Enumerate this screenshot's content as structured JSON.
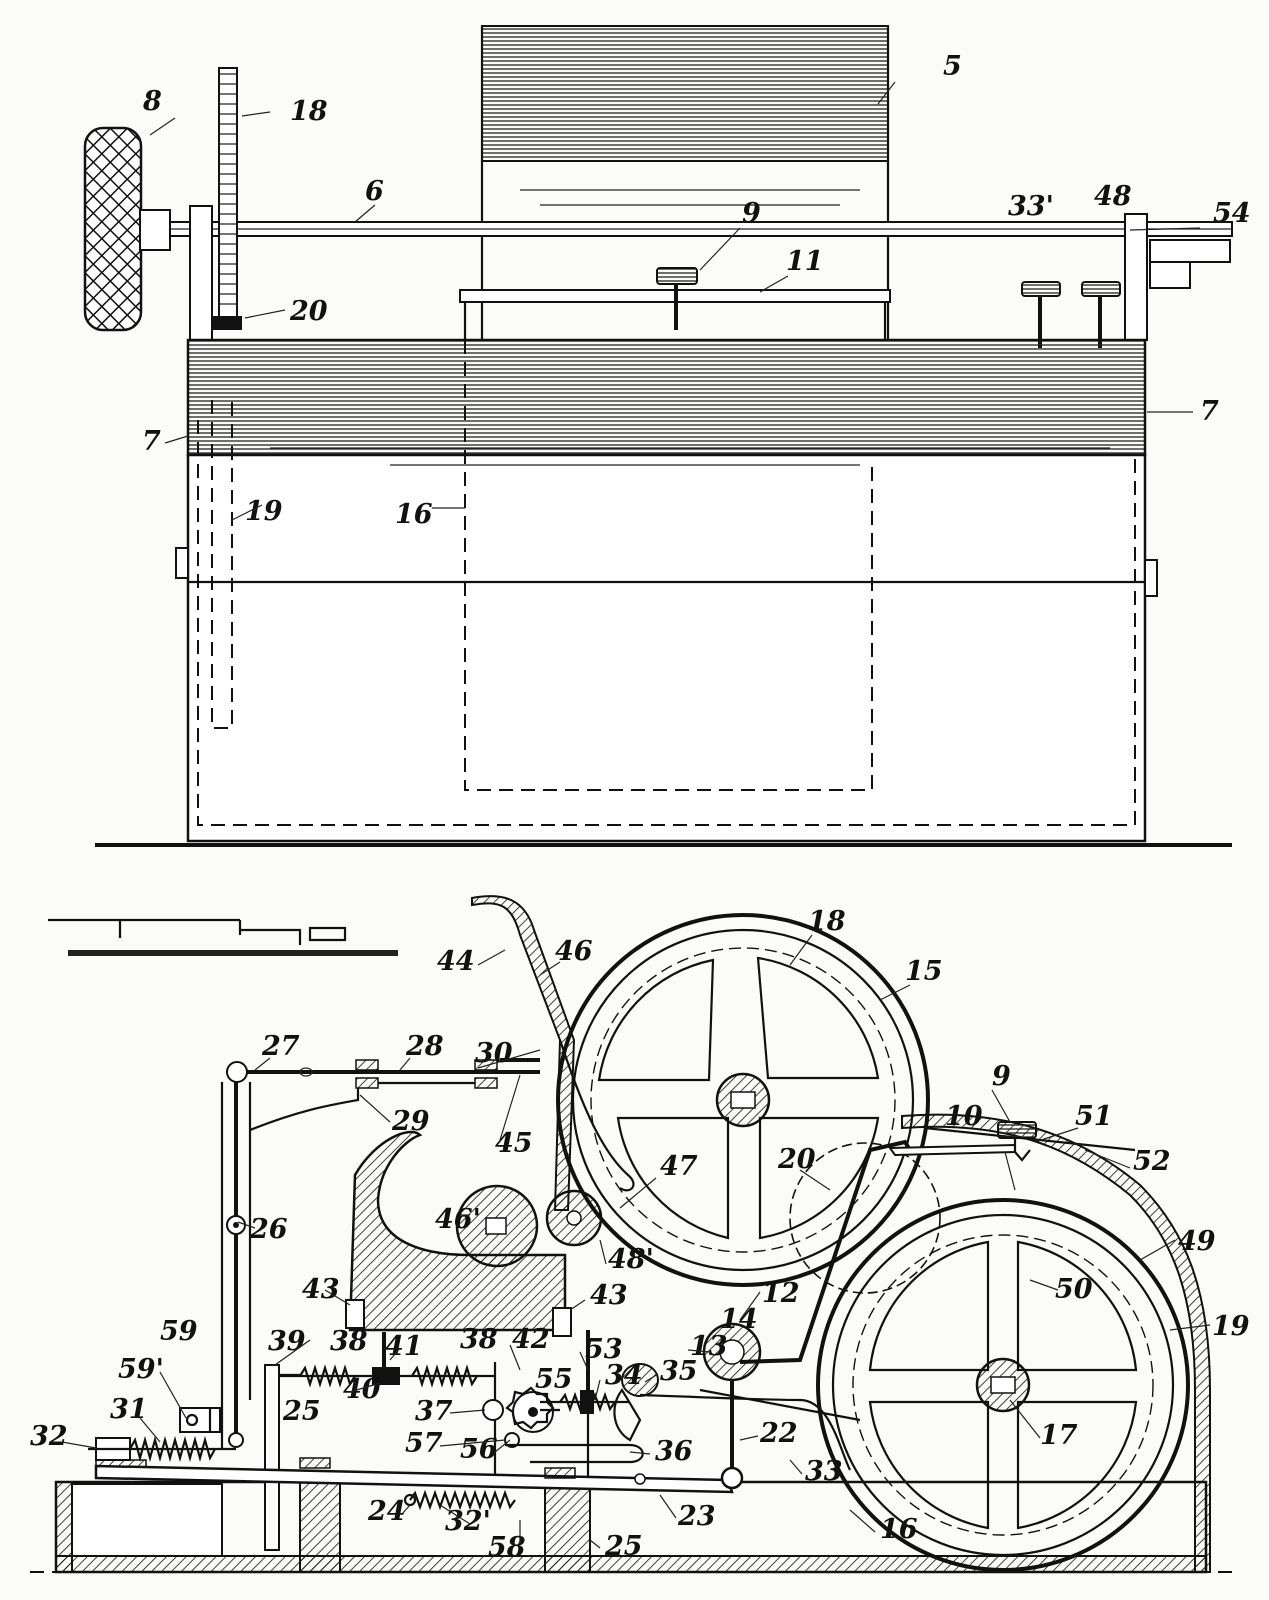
{
  "figure_top": {
    "labels": {
      "l5": "5",
      "l8": "8",
      "l18": "18",
      "l6": "6",
      "l9": "9",
      "l33p": "33'",
      "l48": "48",
      "l54": "54",
      "l11": "11",
      "l20": "20",
      "l7a": "7",
      "l7b": "7",
      "l19": "19",
      "l16": "16"
    }
  },
  "figure_bottom": {
    "labels": {
      "l44": "44",
      "l46": "46",
      "l18": "18",
      "l15": "15",
      "l27": "27",
      "l28": "28",
      "l30": "30",
      "l29": "29",
      "l45": "45",
      "l9": "9",
      "l51": "51",
      "l10": "10",
      "l52": "52",
      "l47": "47",
      "l20": "20",
      "l26": "26",
      "l46p": "46'",
      "l48p": "48'",
      "l49": "49",
      "l50": "50",
      "l43a": "43",
      "l43b": "43",
      "l12": "12",
      "l14": "14",
      "l13": "13",
      "l19": "19",
      "l59": "59",
      "l39": "39",
      "l38a": "38",
      "l41": "41",
      "l38b": "38",
      "l42": "42",
      "l53": "53",
      "l59p": "59'",
      "l40": "40",
      "l55": "55",
      "l34": "34",
      "l35": "35",
      "l32": "32",
      "l31": "31",
      "l25a": "25",
      "l37": "37",
      "l57": "57",
      "l56": "56",
      "l36": "36",
      "l22": "22",
      "l17": "17",
      "l33": "33",
      "l24": "24",
      "l23": "23",
      "l32p": "32'",
      "l58": "58",
      "l25b": "25",
      "l16": "16"
    }
  }
}
